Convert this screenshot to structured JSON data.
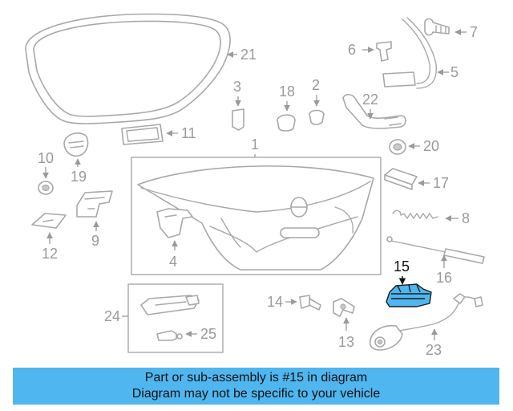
{
  "banner": {
    "line1": "Part or sub-assembly is #15 in diagram",
    "line2": "Diagram may not be specific to your vehicle",
    "color": "#4fb6ef"
  },
  "highlight": {
    "part_number": "15",
    "color": "#4fb6ef"
  },
  "callouts": {
    "p1": "1",
    "p2": "2",
    "p3": "3",
    "p4": "4",
    "p5": "5",
    "p6": "6",
    "p7": "7",
    "p8": "8",
    "p9": "9",
    "p10": "10",
    "p11": "11",
    "p12": "12",
    "p13": "13",
    "p14": "14",
    "p15": "15",
    "p16": "16",
    "p17": "17",
    "p18": "18",
    "p19": "19",
    "p20": "20",
    "p21": "21",
    "p22": "22",
    "p23": "23",
    "p24": "24",
    "p25": "25"
  }
}
